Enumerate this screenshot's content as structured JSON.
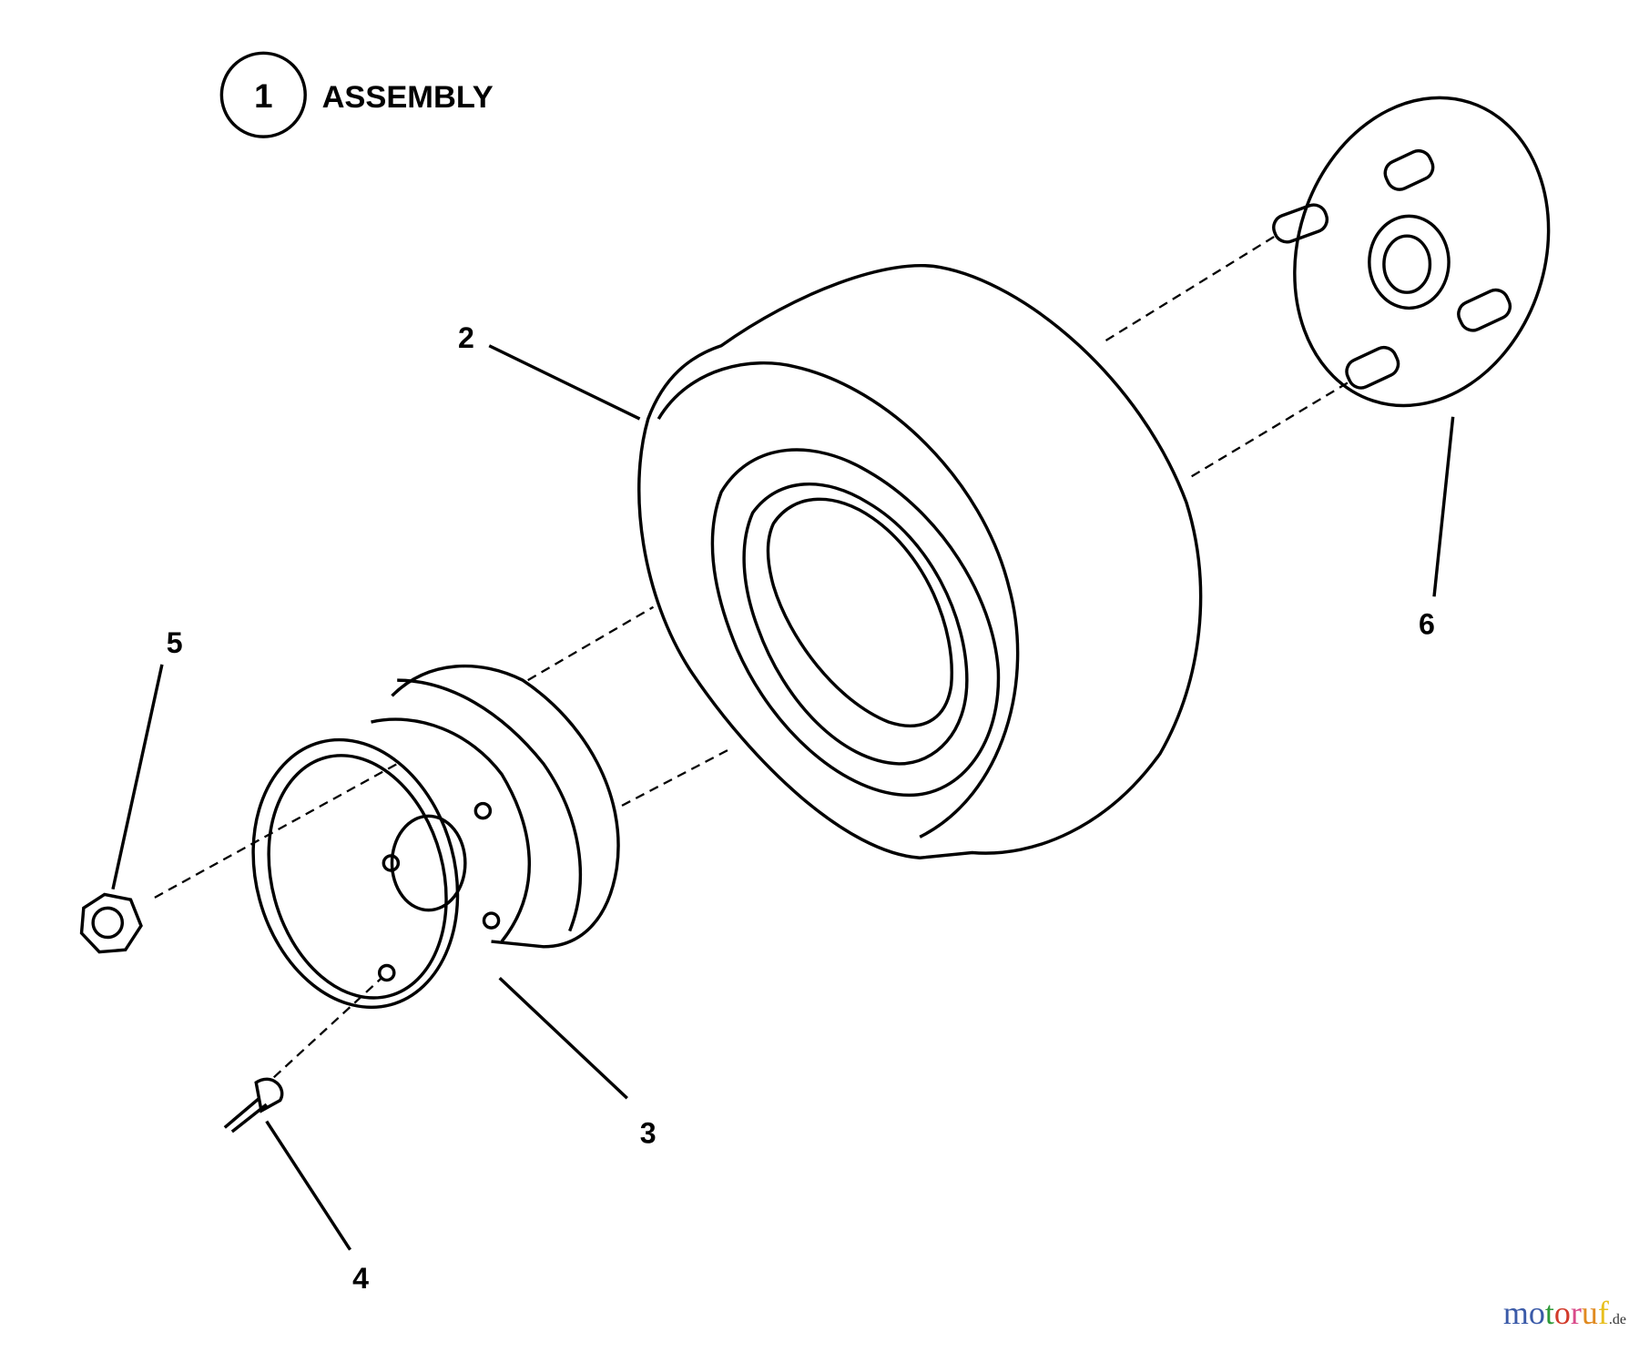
{
  "assembly": {
    "number": "1",
    "label": "ASSEMBLY"
  },
  "callouts": [
    {
      "number": "2",
      "part": "tire"
    },
    {
      "number": "3",
      "part": "rim"
    },
    {
      "number": "4",
      "part": "valve-stem"
    },
    {
      "number": "5",
      "part": "nut"
    },
    {
      "number": "6",
      "part": "hub"
    }
  ],
  "watermark": {
    "text": "motoruf",
    "suffix": ".de",
    "colors": [
      "#3a5aa8",
      "#3a5aa8",
      "#2f9a3a",
      "#d23a2a",
      "#d94a8a",
      "#e08a20",
      "#e8c020"
    ]
  }
}
